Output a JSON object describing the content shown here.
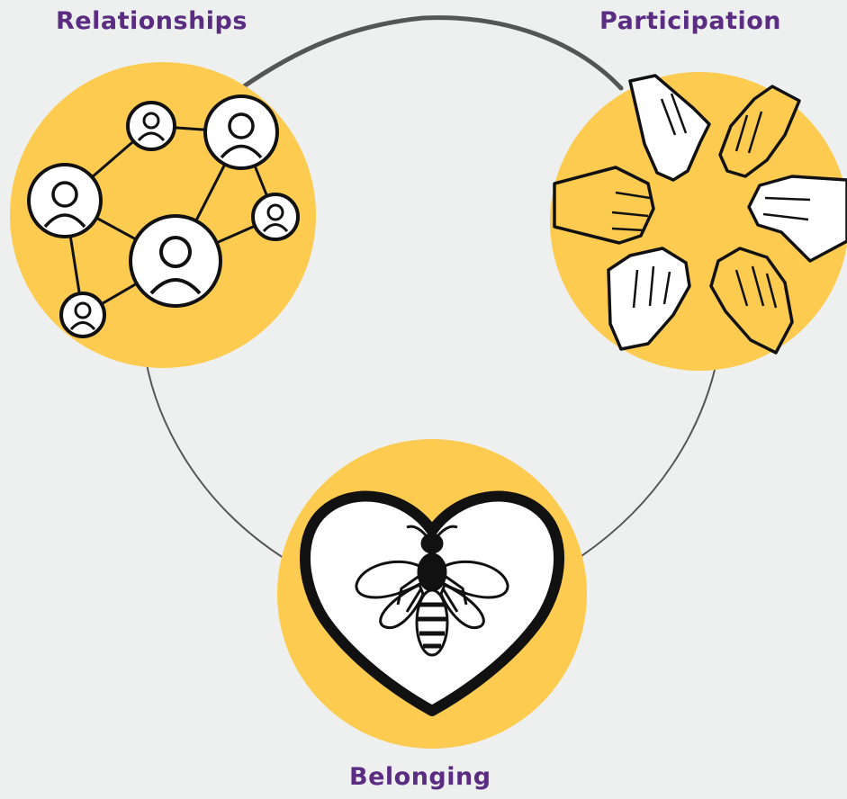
{
  "labels": {
    "relationships": "Relationships",
    "participation": "Participation",
    "belonging": "Belonging"
  },
  "colors": {
    "background": "#eef0f0",
    "circle_fill": "#fccb50",
    "label_text": "#5a2d82",
    "line": "#555555",
    "ink": "#111111",
    "white": "#ffffff"
  },
  "icons": {
    "relationships": "people-network-icon",
    "participation": "hands-circle-icon",
    "belonging": "heart-bee-icon"
  }
}
